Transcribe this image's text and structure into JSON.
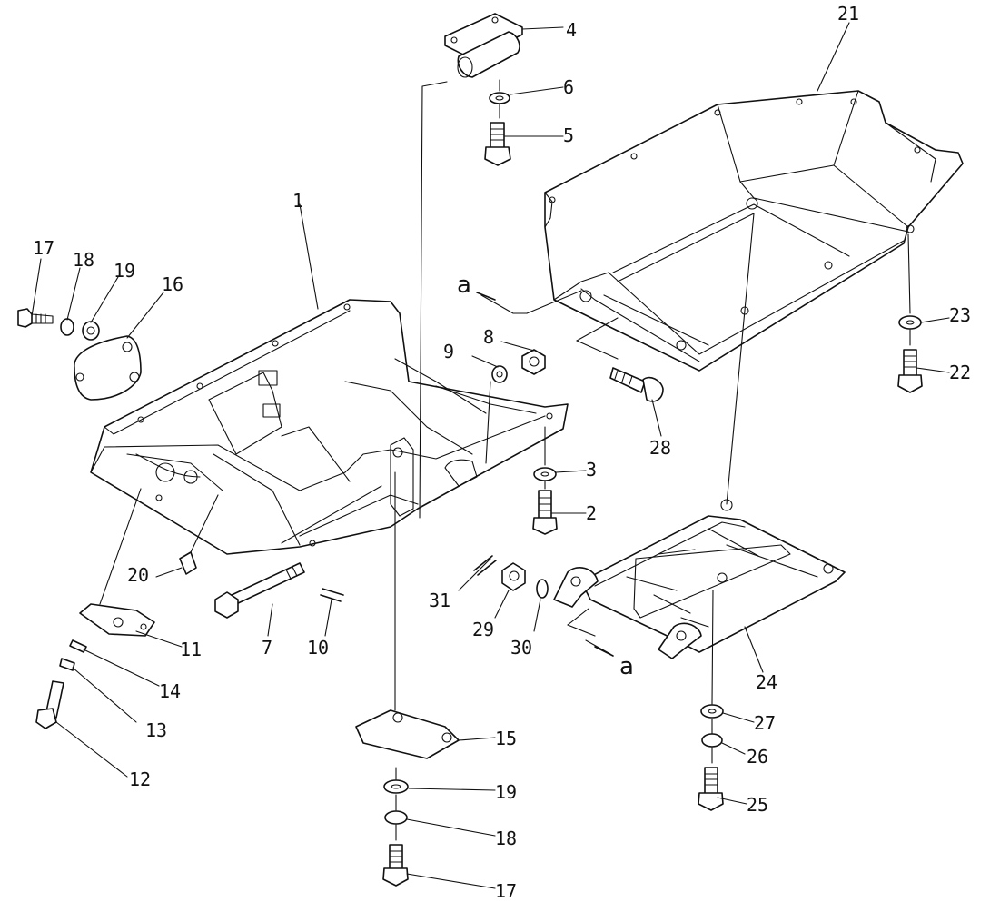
{
  "labels": [
    {
      "id": "p1",
      "text": "1"
    },
    {
      "id": "p2",
      "text": "2"
    },
    {
      "id": "p3",
      "text": "3"
    },
    {
      "id": "p4",
      "text": "4"
    },
    {
      "id": "p5",
      "text": "5"
    },
    {
      "id": "p6",
      "text": "6"
    },
    {
      "id": "p7",
      "text": "7"
    },
    {
      "id": "p8",
      "text": "8"
    },
    {
      "id": "p9",
      "text": "9"
    },
    {
      "id": "p10",
      "text": "10"
    },
    {
      "id": "p11",
      "text": "11"
    },
    {
      "id": "p12",
      "text": "12"
    },
    {
      "id": "p13",
      "text": "13"
    },
    {
      "id": "p14",
      "text": "14"
    },
    {
      "id": "p15",
      "text": "15"
    },
    {
      "id": "p16",
      "text": "16"
    },
    {
      "id": "p17a",
      "text": "17"
    },
    {
      "id": "p18a",
      "text": "18"
    },
    {
      "id": "p19a",
      "text": "19"
    },
    {
      "id": "p20",
      "text": "20"
    },
    {
      "id": "p21",
      "text": "21"
    },
    {
      "id": "p22",
      "text": "22"
    },
    {
      "id": "p23",
      "text": "23"
    },
    {
      "id": "p24",
      "text": "24"
    },
    {
      "id": "p25",
      "text": "25"
    },
    {
      "id": "p26",
      "text": "26"
    },
    {
      "id": "p27",
      "text": "27"
    },
    {
      "id": "p28",
      "text": "28"
    },
    {
      "id": "p29",
      "text": "29"
    },
    {
      "id": "p30",
      "text": "30"
    },
    {
      "id": "p31",
      "text": "31"
    },
    {
      "id": "p19b",
      "text": "19"
    },
    {
      "id": "p18b",
      "text": "18"
    },
    {
      "id": "p17b",
      "text": "17"
    }
  ],
  "marks": {
    "ref_a_top": "a",
    "ref_a_bottom": "a"
  }
}
